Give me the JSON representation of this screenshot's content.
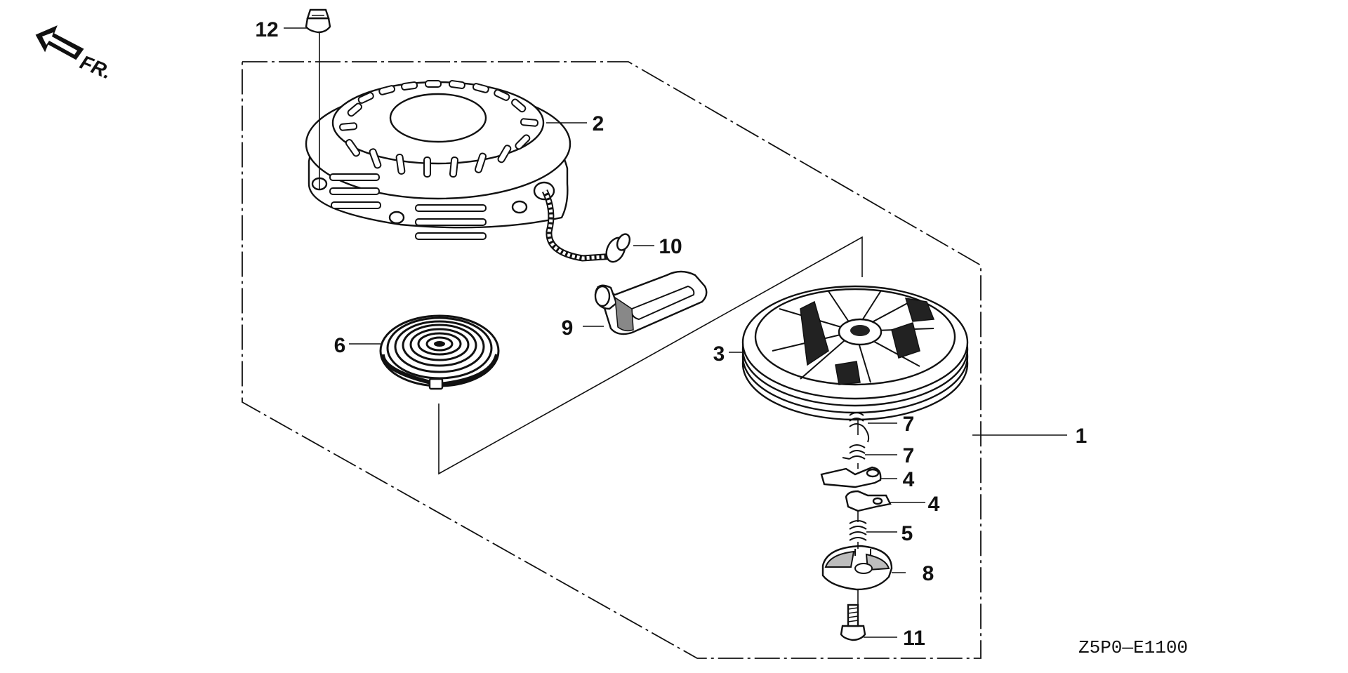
{
  "diagram": {
    "direction_label": "FR.",
    "diagram_code": "Z5P0—E1100",
    "callouts": [
      {
        "id": "c1",
        "label": "1"
      },
      {
        "id": "c2",
        "label": "2"
      },
      {
        "id": "c3",
        "label": "3"
      },
      {
        "id": "c4a",
        "label": "4"
      },
      {
        "id": "c4b",
        "label": "4"
      },
      {
        "id": "c5",
        "label": "5"
      },
      {
        "id": "c6",
        "label": "6"
      },
      {
        "id": "c7a",
        "label": "7"
      },
      {
        "id": "c7b",
        "label": "7"
      },
      {
        "id": "c8",
        "label": "8"
      },
      {
        "id": "c9",
        "label": "9"
      },
      {
        "id": "c10",
        "label": "10"
      },
      {
        "id": "c11",
        "label": "11"
      },
      {
        "id": "c12",
        "label": "12"
      }
    ],
    "colors": {
      "ink": "#111111",
      "paper": "#ffffff",
      "shade": "#bdbdbd"
    }
  }
}
